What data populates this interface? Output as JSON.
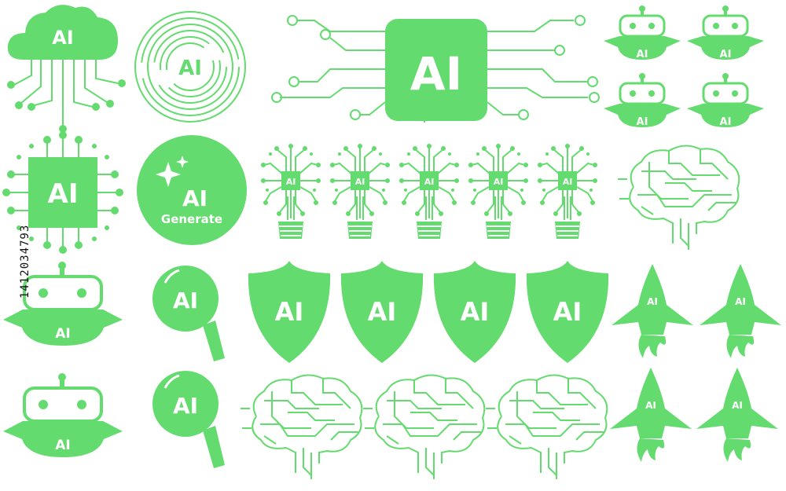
{
  "labels": {
    "ai": "AI",
    "generate": "Generate"
  },
  "watermark": "1412034793",
  "colors": {
    "accent": "#64DB6E",
    "background": "#FFFFFF",
    "text_on_accent": "#FFFFFF"
  },
  "icons": {
    "cloud": "ai-cloud-icon",
    "target": "ai-target-icon",
    "chip": "ai-circuit-chip-icon",
    "robot": "ai-robot-icon",
    "bulb": "ai-lightbulb-icon",
    "brain": "ai-circuit-brain-icon",
    "generate": "ai-generate-badge-icon",
    "magnifier": "ai-magnifier-icon",
    "shield": "ai-shield-icon",
    "rocket": "ai-rocket-icon"
  }
}
